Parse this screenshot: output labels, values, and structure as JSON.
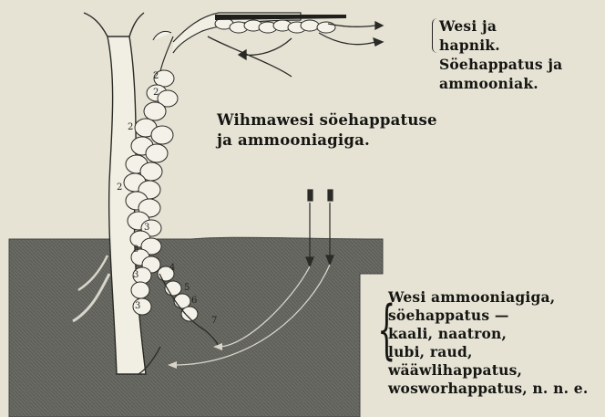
{
  "labels": {
    "top_right": [
      "Wesi ja",
      "hapnik.",
      "Söehappatus ja",
      "ammooniak."
    ],
    "middle": [
      "Wihmawesi söehappatuse",
      "ja ammooniagiga."
    ],
    "bottom_right": [
      "Wesi ammooniagiga,",
      "söehappatus —",
      "kaali, naatron,",
      "lubi, raud,",
      "wääwlihappatus,",
      "wosworhappatus, n. n. e."
    ]
  },
  "numbers": [
    "2",
    "2",
    "2",
    "2",
    "3",
    "3",
    "3",
    "3",
    "4",
    "5",
    "6",
    "7"
  ]
}
